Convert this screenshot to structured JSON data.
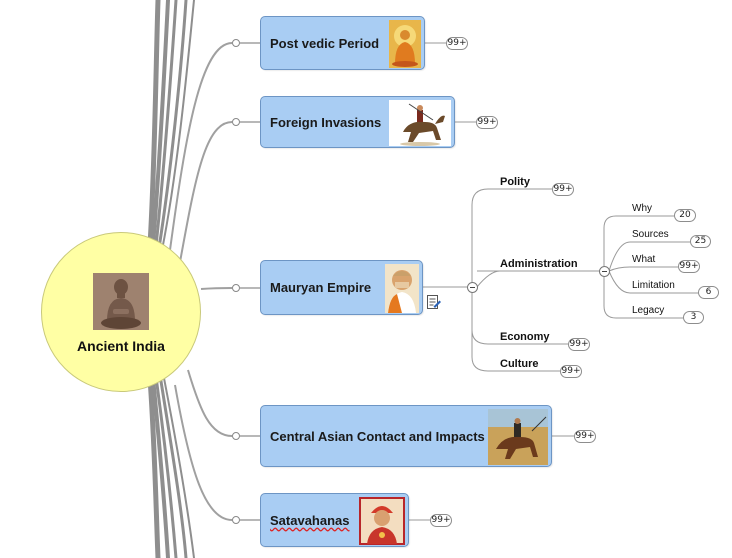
{
  "center": {
    "label": "Ancient India",
    "image": "seated-buddha-statue-image"
  },
  "topics": [
    {
      "label": "Post vedic Period",
      "badge": "99+",
      "image": "buddha-painting-image"
    },
    {
      "label": "Foreign Invasions",
      "badge": "99+",
      "image": "horseman-warrior-image"
    },
    {
      "label": "Mauryan Empire",
      "image": "chanakya-portrait-image",
      "note_icon": "note-icon",
      "subtopics": [
        {
          "label": "Polity",
          "badge": "99+"
        },
        {
          "label": "Administration",
          "leaves": [
            {
              "label": "Why",
              "badge": "20"
            },
            {
              "label": "Sources",
              "badge": "25"
            },
            {
              "label": "What",
              "badge": "99+"
            },
            {
              "label": "Limitation",
              "badge": "6"
            },
            {
              "label": "Legacy",
              "badge": "3"
            }
          ]
        },
        {
          "label": "Economy",
          "badge": "99+"
        },
        {
          "label": "Culture",
          "badge": "99+"
        }
      ]
    },
    {
      "label": "Central Asian Contact and Impacts",
      "badge": "99+",
      "image": "horse-riders-battle-image"
    },
    {
      "label": "Satavahanas",
      "badge": "99+",
      "image": "king-portrait-image"
    }
  ],
  "colors": {
    "topic_fill": "#a9cdf3",
    "topic_border": "#6d95c4",
    "center_fill": "#ffffa4",
    "connector": "#9a9a9a",
    "spine": "#8c8c8c"
  }
}
